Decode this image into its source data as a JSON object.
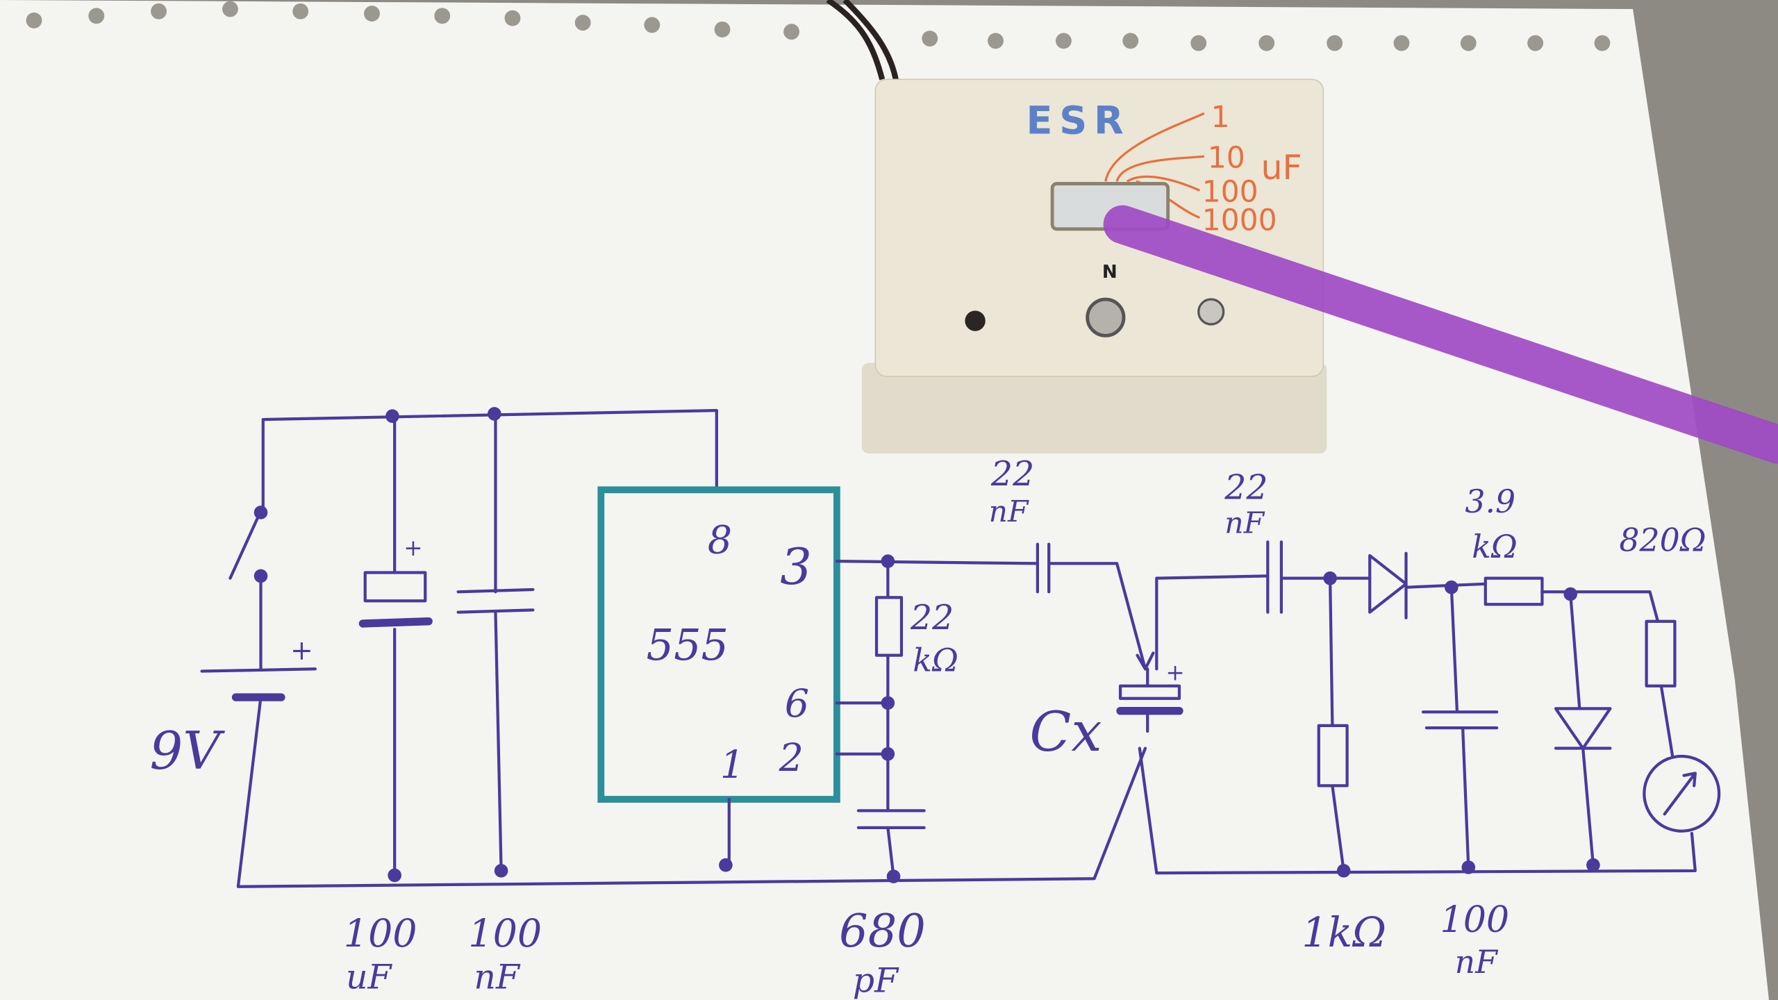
{
  "colors": {
    "ink": "#4a3a9c",
    "ic_outline": "#2b8f9a",
    "pen": "#a04bc6",
    "paper": "#f4f4f1",
    "box": "#ebe6d6",
    "box_label_blue": "#5b82c9",
    "box_label_orange": "#e8703e"
  },
  "meter_box": {
    "title": "ESR",
    "ranges": [
      "1",
      "10",
      "100",
      "1000"
    ],
    "range_unit": "uF",
    "switch_mark": "N"
  },
  "schematic": {
    "battery": {
      "label": "9V",
      "polarity": "+"
    },
    "c_supply_electrolytic": {
      "value": "100",
      "unit": "uF",
      "polarity": "+"
    },
    "c_supply_ceramic": {
      "value": "100",
      "unit": "nF"
    },
    "ic": {
      "name": "555",
      "pins": {
        "p8": "8",
        "p3": "3",
        "p6": "6",
        "p2": "2",
        "p1": "1"
      }
    },
    "r_timing": {
      "value": "22",
      "unit": "kΩ"
    },
    "c_timing": {
      "value": "680",
      "unit": "pF"
    },
    "c_coupling1": {
      "value": "22",
      "unit": "nF"
    },
    "c_coupling2": {
      "value": "22",
      "unit": "nF"
    },
    "cx": {
      "label": "Cx",
      "polarity": "+"
    },
    "r_load": {
      "label": "1kΩ"
    },
    "c_filter": {
      "value": "100",
      "unit": "nF"
    },
    "r_series": {
      "value": "3.9",
      "unit": "kΩ"
    },
    "r_meter": {
      "label": "820Ω"
    }
  }
}
